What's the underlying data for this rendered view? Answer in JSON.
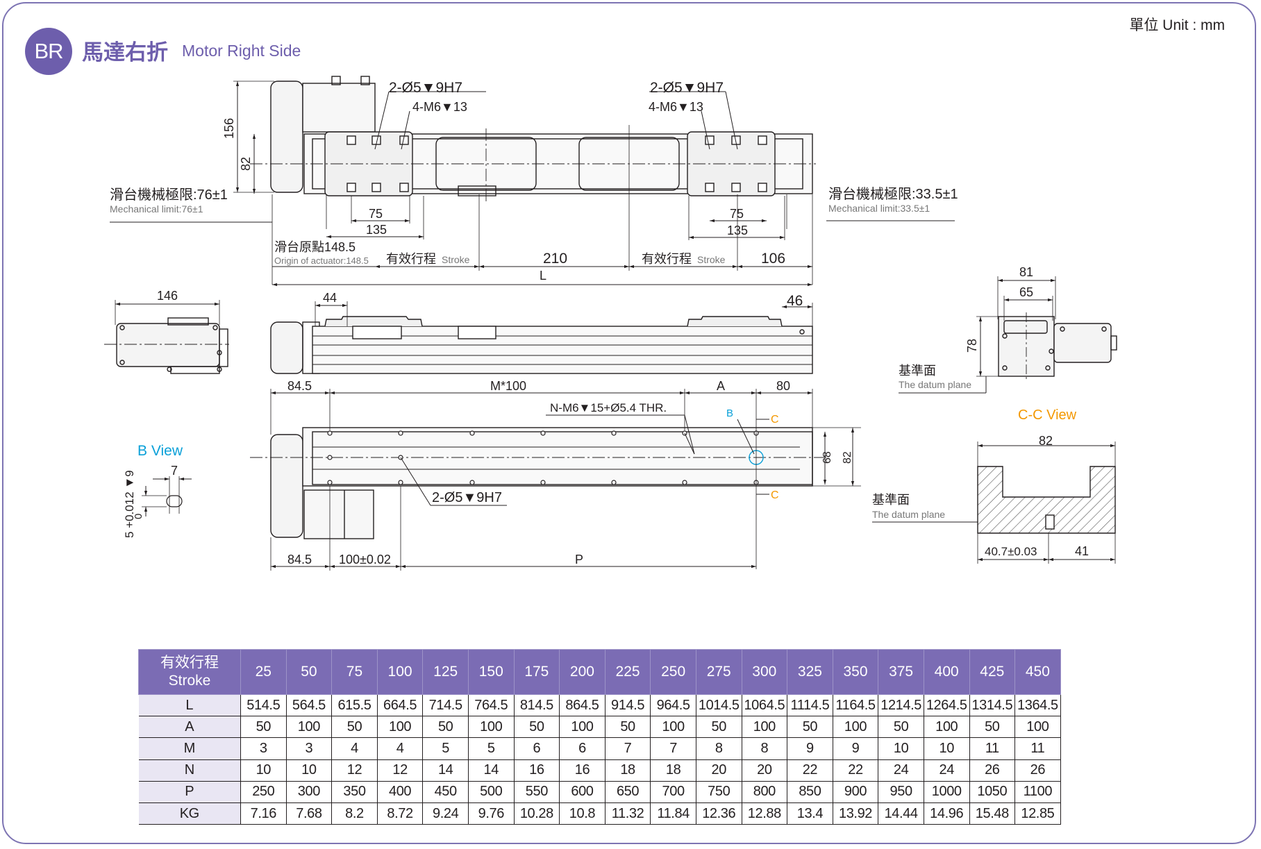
{
  "header": {
    "badge": "BR",
    "title": "馬達右折",
    "subtitle": "Motor Right Side",
    "unit": "單位 Unit : mm"
  },
  "colors": {
    "accent": "#6d5eac",
    "header_cell": "#7b6cb4",
    "row_label_cell": "#e9e6f3",
    "b_view": "#0aa0d8",
    "c_view": "#f39800",
    "line": "#231f20"
  },
  "top_view": {
    "hole_callout_left": "2-Ø5▼9H7",
    "tap_callout_left": "4-M6▼13",
    "hole_callout_right": "2-Ø5▼9H7",
    "tap_callout_right": "4-M6▼13",
    "dim_156": "156",
    "dim_82": "82",
    "mech_limit_left_cn": "滑台機械極限:76±1",
    "mech_limit_left_en": "Mechanical limit:76±1",
    "mech_limit_right_cn": "滑台機械極限:33.5±1",
    "mech_limit_right_en": "Mechanical limit:33.5±1",
    "dim_75_left": "75",
    "dim_135_left": "135",
    "dim_75_right": "75",
    "dim_135_right": "135",
    "origin_cn": "滑台原點148.5",
    "origin_en": "Origin of actuator:148.5",
    "stroke_cn_left": "有效行程",
    "stroke_en_left": "Stroke",
    "dim_210": "210",
    "stroke_cn_right": "有效行程",
    "stroke_en_right": "Stroke",
    "dim_106": "106",
    "dim_L": "L"
  },
  "end_view": {
    "dim_146": "146"
  },
  "side_view": {
    "dim_44": "44",
    "dim_46": "46"
  },
  "bottom_view": {
    "dim_84_5_top": "84.5",
    "dim_M100": "M*100",
    "dim_A": "A",
    "dim_80": "80",
    "thread_callout": "N-M6▼15+Ø5.4 THR.",
    "b_label": "B",
    "c_label_top": "C",
    "c_label_bottom": "C",
    "dim_68": "68",
    "dim_82": "82",
    "hole_callout": "2-Ø5▼9H7",
    "dim_84_5_bottom": "84.5",
    "dim_100": "100±0.02",
    "dim_P": "P"
  },
  "b_view": {
    "title": "B View",
    "dim_7": "7",
    "dim_slot": "5 +0.012 ▼9",
    "dim_slot_lower": "0"
  },
  "right_end_view": {
    "dim_81": "81",
    "dim_65": "65",
    "dim_78": "78",
    "datum_cn": "基準面",
    "datum_en": "The datum plane"
  },
  "cc_view": {
    "title": "C-C View",
    "dim_82": "82",
    "datum_cn": "基準面",
    "datum_en": "The datum plane",
    "dim_40_7": "40.7±0.03",
    "dim_41": "41"
  },
  "spec_table": {
    "header_label_cn": "有效行程",
    "header_label_en": "Stroke",
    "strokes": [
      "25",
      "50",
      "75",
      "100",
      "125",
      "150",
      "175",
      "200",
      "225",
      "250",
      "275",
      "300",
      "325",
      "350",
      "375",
      "400",
      "425",
      "450"
    ],
    "rows": [
      {
        "label": "L",
        "values": [
          "514.5",
          "564.5",
          "615.5",
          "664.5",
          "714.5",
          "764.5",
          "814.5",
          "864.5",
          "914.5",
          "964.5",
          "1014.5",
          "1064.5",
          "1114.5",
          "1164.5",
          "1214.5",
          "1264.5",
          "1314.5",
          "1364.5"
        ]
      },
      {
        "label": "A",
        "values": [
          "50",
          "100",
          "50",
          "100",
          "50",
          "100",
          "50",
          "100",
          "50",
          "100",
          "50",
          "100",
          "50",
          "100",
          "50",
          "100",
          "50",
          "100"
        ]
      },
      {
        "label": "M",
        "values": [
          "3",
          "3",
          "4",
          "4",
          "5",
          "5",
          "6",
          "6",
          "7",
          "7",
          "8",
          "8",
          "9",
          "9",
          "10",
          "10",
          "11",
          "11"
        ]
      },
      {
        "label": "N",
        "values": [
          "10",
          "10",
          "12",
          "12",
          "14",
          "14",
          "16",
          "16",
          "18",
          "18",
          "20",
          "20",
          "22",
          "22",
          "24",
          "24",
          "26",
          "26"
        ]
      },
      {
        "label": "P",
        "values": [
          "250",
          "300",
          "350",
          "400",
          "450",
          "500",
          "550",
          "600",
          "650",
          "700",
          "750",
          "800",
          "850",
          "900",
          "950",
          "1000",
          "1050",
          "1100"
        ]
      },
      {
        "label": "KG",
        "values": [
          "7.16",
          "7.68",
          "8.2",
          "8.72",
          "9.24",
          "9.76",
          "10.28",
          "10.8",
          "11.32",
          "11.84",
          "12.36",
          "12.88",
          "13.4",
          "13.92",
          "14.44",
          "14.96",
          "15.48",
          "12.85"
        ]
      }
    ]
  }
}
